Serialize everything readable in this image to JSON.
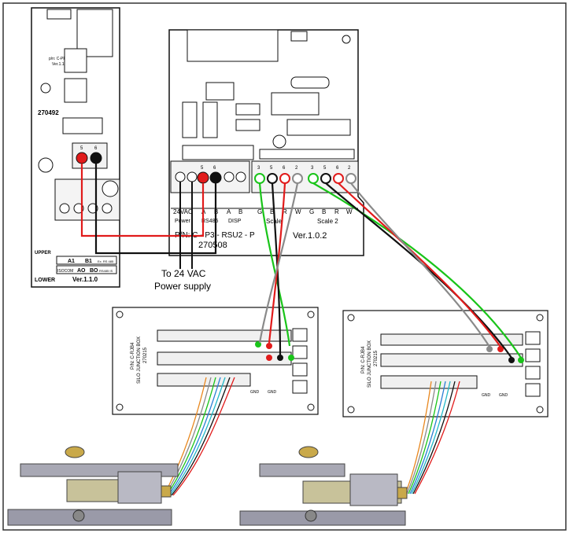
{
  "left_board": {
    "part_number": "p/n: C-PP-485S",
    "version_top": "Ver.1.1.0",
    "code": "270492",
    "term_pins": [
      "5",
      "6"
    ],
    "upper_label": "UPPER",
    "lower_label": "LOWER",
    "row1": [
      "A1",
      "B1",
      "Ex. RS 485"
    ],
    "row2": [
      "ISOCOM",
      "AO",
      "BO",
      "RS485 IS"
    ],
    "version_bottom": "Ver.1.1.0"
  },
  "main_board": {
    "pins": [
      "5",
      "6"
    ],
    "scale1_pins": [
      "3",
      "5",
      "6",
      "2"
    ],
    "scale2_pins": [
      "3",
      "5",
      "6",
      "2"
    ],
    "labels": {
      "vac": "24VAC",
      "power": "Power",
      "a": "A",
      "b1": "B",
      "rs485": "RS485",
      "a2": "A",
      "b2": "B",
      "disp": "DISP",
      "scale1_letters": [
        "G",
        "B",
        "R",
        "W"
      ],
      "scale1": "Scale",
      "scale2_letters": [
        "G",
        "B",
        "R",
        "W"
      ],
      "scale2": "Scale 2"
    },
    "pn": "P/N: C - P3 - RSU2 - P",
    "code": "270508",
    "version": "Ver.1.0.2"
  },
  "power_note": [
    "To 24 VAC",
    "Power supply"
  ],
  "junction_box_left": {
    "title": "SILO JUNCTION BOX",
    "pn": "P/N: C-RJB4",
    "code": "270215",
    "gnd": [
      "GND",
      "GND"
    ]
  },
  "junction_box_right": {
    "title": "SILO JUNCTION BOX",
    "pn": "P/N: C-RJB4",
    "code": "270215",
    "gnd": [
      "GND",
      "GND"
    ]
  },
  "colors": {
    "red": "#e11b1b",
    "black": "#111111",
    "green": "#19c419",
    "gray": "#8a8a8a",
    "orange": "#e8871e",
    "blue": "#2a7fd4",
    "cyan": "#23b8c8"
  }
}
